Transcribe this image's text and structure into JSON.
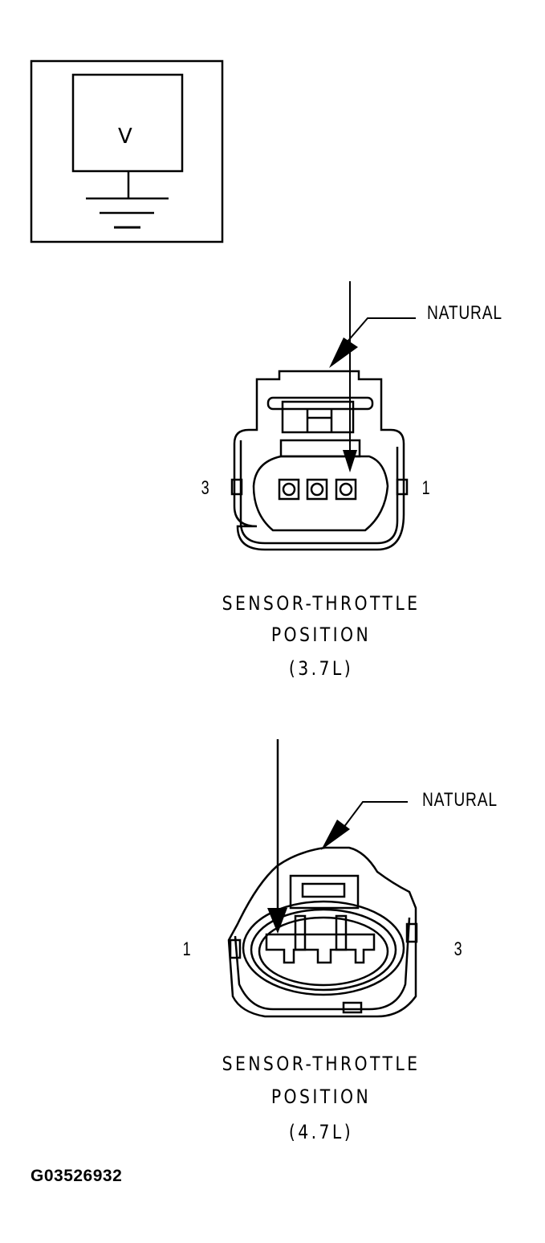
{
  "legend_box": {
    "symbol_letter": "V",
    "symbol_meaning": "voltmeter-to-ground"
  },
  "connectors": [
    {
      "id": "tps-3.7l",
      "callout": "NATURAL",
      "pin_left": "3",
      "pin_right": "1",
      "caption": {
        "line1": "SENSOR-THROTTLE",
        "line2": "POSITION",
        "line3": "(3.7L)"
      },
      "probe_pin": "1"
    },
    {
      "id": "tps-4.7l",
      "callout": "NATURAL",
      "pin_left": "1",
      "pin_right": "3",
      "caption": {
        "line1": "SENSOR-THROTTLE",
        "line2": "POSITION",
        "line3": "(4.7L)"
      },
      "probe_pin": "1"
    }
  ],
  "figure_id": "G03526932"
}
